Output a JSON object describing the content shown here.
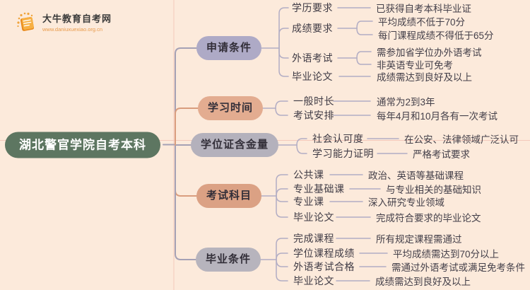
{
  "logo": {
    "site_name": "大牛教育自考网",
    "site_url": "www.daniuxuexiao.org.cn"
  },
  "colors": {
    "background": "#fceadb",
    "root_fill": "#5d7661",
    "root_text": "#ffffff",
    "pill_lavender": "#aeaac6",
    "pill_gray": "#b4b1bc",
    "pill_salmon": "#e3ac90",
    "line_gray": "#a5a1b5",
    "line_salmon": "#d99d7e",
    "line_sub": "#b2adc4",
    "guide_pink": "#eba89c",
    "text_dark": "#3f3b45",
    "logo_orange": "#f0a43c"
  },
  "mindmap": {
    "root": "湖北警官学院自考本科",
    "branches": [
      {
        "label": "申请条件",
        "children": [
          {
            "label": "学历要求",
            "leaves": [
              "已获得自考本科毕业证"
            ]
          },
          {
            "label": "成绩要求",
            "leaves": [
              "平均成绩不低于70分",
              "每门课程成绩不得低于65分"
            ]
          },
          {
            "label": "外语考试",
            "leaves": [
              "需参加省学位办外语考试",
              "非英语专业可免考"
            ]
          },
          {
            "label": "毕业论文",
            "leaves": [
              "成绩需达到良好及以上"
            ]
          }
        ]
      },
      {
        "label": "学习时间",
        "children": [
          {
            "label": "一般时长",
            "leaves": [
              "通常为2到3年"
            ]
          },
          {
            "label": "考试安排",
            "leaves": [
              "每年4月和10月各有一次考试"
            ]
          }
        ]
      },
      {
        "label": "学位证含金量",
        "children": [
          {
            "label": "社会认可度",
            "leaves": [
              "在公安、法律领域广泛认可"
            ]
          },
          {
            "label": "学习能力证明",
            "leaves": [
              "严格考试要求"
            ]
          }
        ]
      },
      {
        "label": "考试科目",
        "children": [
          {
            "label": "公共课",
            "leaves": [
              "政治、英语等基础课程"
            ]
          },
          {
            "label": "专业基础课",
            "leaves": [
              "与专业相关的基础知识"
            ]
          },
          {
            "label": "专业课",
            "leaves": [
              "深入研究专业领域"
            ]
          },
          {
            "label": "毕业论文",
            "leaves": [
              "完成符合要求的毕业论文"
            ]
          }
        ]
      },
      {
        "label": "毕业条件",
        "children": [
          {
            "label": "完成课程",
            "leaves": [
              "所有规定课程需通过"
            ]
          },
          {
            "label": "学位课程成绩",
            "leaves": [
              "平均成绩需达到70分以上"
            ]
          },
          {
            "label": "外语考试合格",
            "leaves": [
              "需通过外语考试或满足免考条件"
            ]
          },
          {
            "label": "毕业论文",
            "leaves": [
              "成绩需达到良好及以上"
            ]
          }
        ]
      }
    ]
  }
}
